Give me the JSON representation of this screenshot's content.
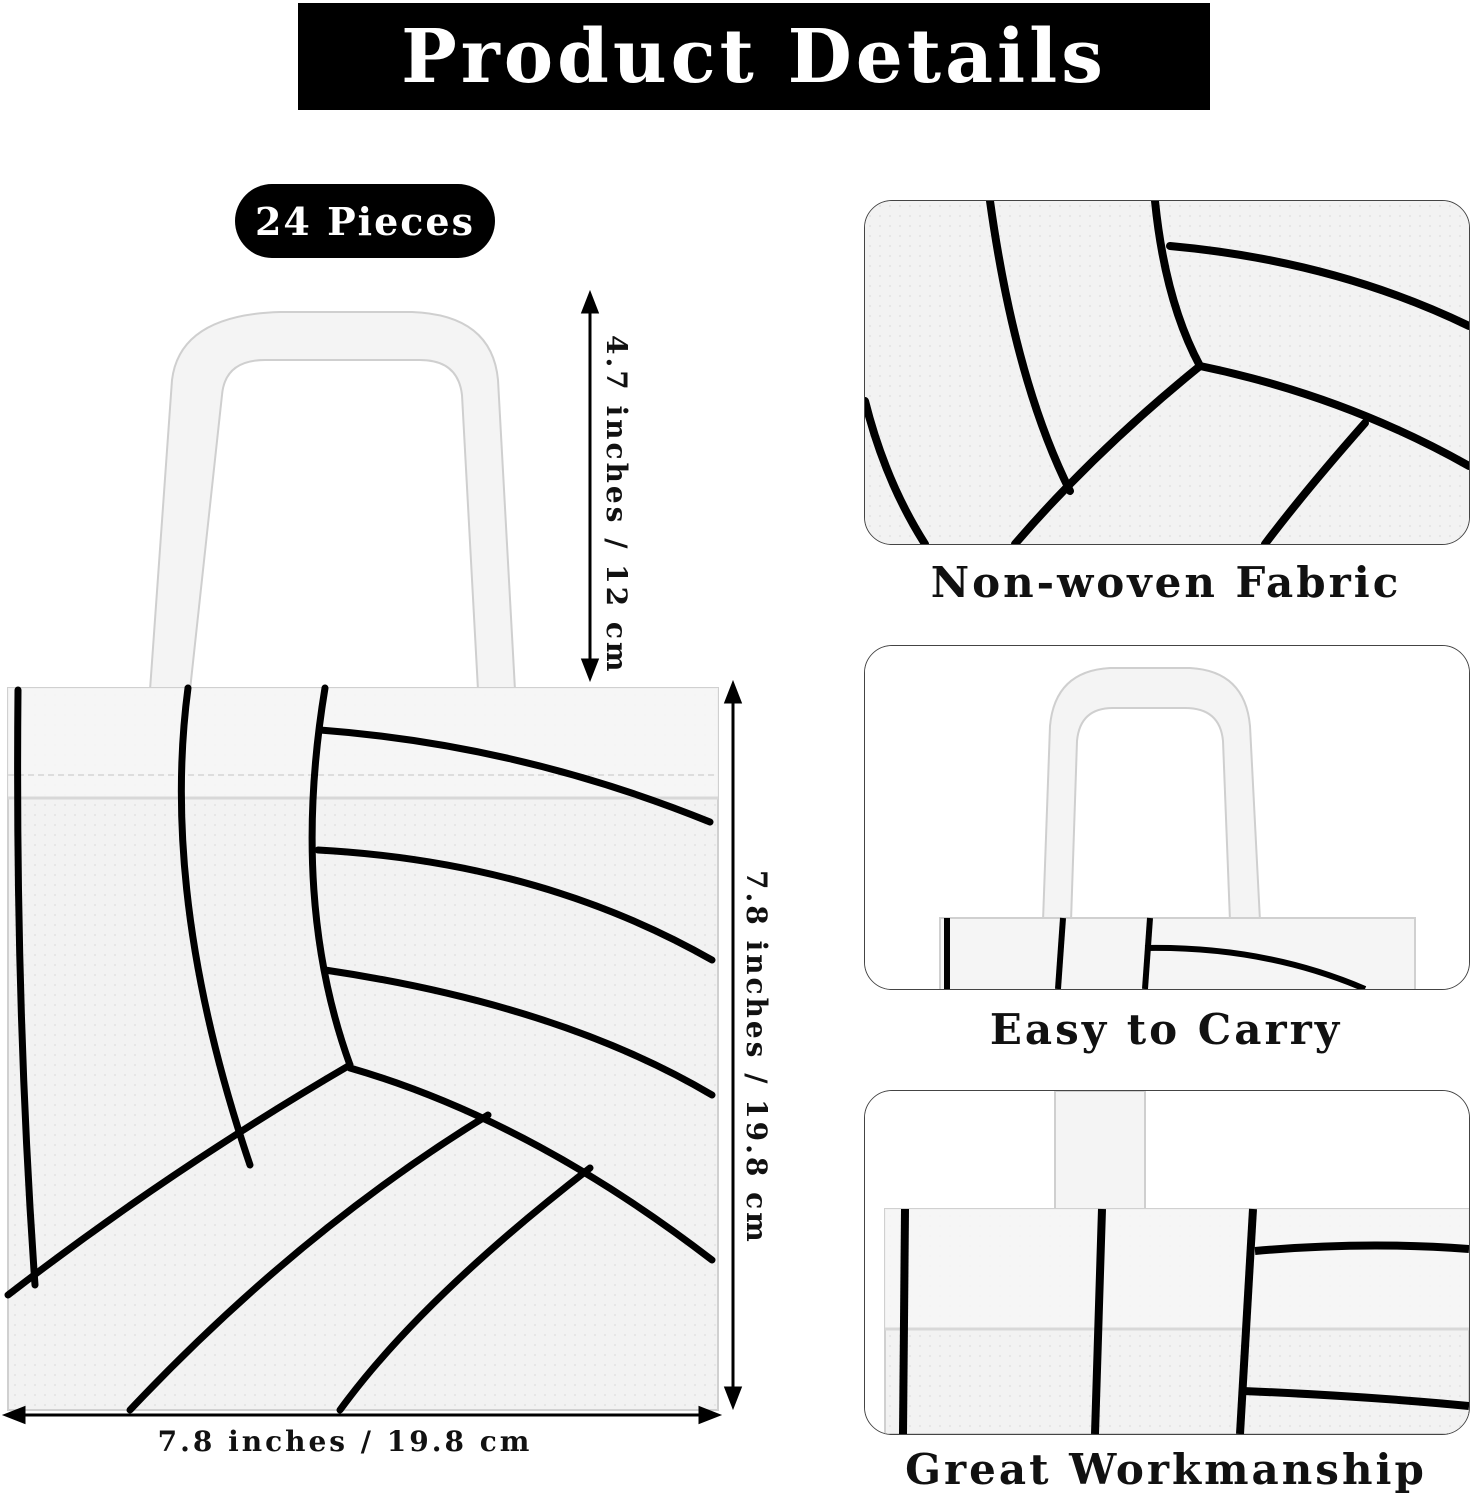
{
  "banner": {
    "title": "Product Details"
  },
  "badge": {
    "quantity": "24 Pieces"
  },
  "dimensions": {
    "handle_height": "4.7 inches / 12 cm",
    "bag_height": "7.8 inches / 19.8 cm",
    "bag_width": "7.8 inches / 19.8 cm"
  },
  "features": [
    {
      "caption": "Non-woven Fabric",
      "icon": "fabric-closeup"
    },
    {
      "caption": "Easy to Carry",
      "icon": "handle-closeup"
    },
    {
      "caption": "Great Workmanship",
      "icon": "seam-closeup"
    }
  ],
  "colors": {
    "banner_bg": "#000000",
    "bag_white": "#f3f3f3",
    "stripe_black": "#000000"
  }
}
